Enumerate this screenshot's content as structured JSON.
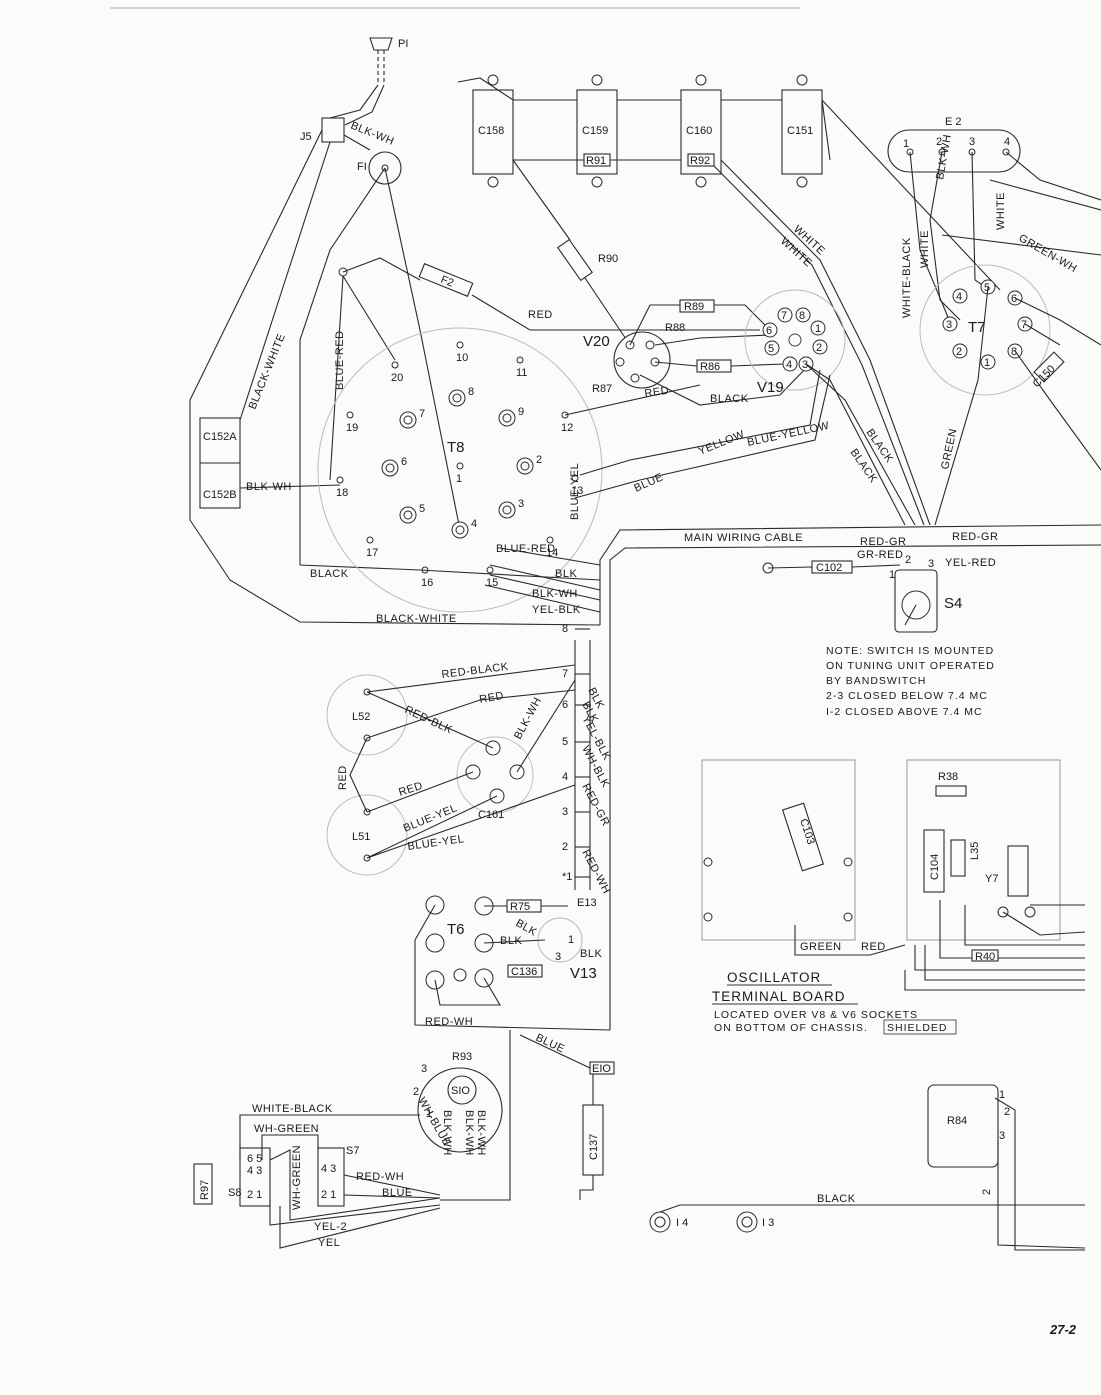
{
  "labels": {
    "p1": "PI",
    "j5": "J5",
    "f1": "FI",
    "f2": "F2",
    "c158": "C158",
    "c159": "C159",
    "c160": "C160",
    "c151": "C151",
    "r91": "R91",
    "r92": "R92",
    "r90": "R90",
    "r89": "R89",
    "r88": "R88",
    "r86": "R86",
    "r87": "R87",
    "v20": "V20",
    "v19": "V19",
    "e2": "E 2",
    "t7": "T7",
    "c150": "C150",
    "t8": "T8",
    "c152a": "C152A",
    "c152b": "C152B",
    "c102": "C102",
    "s4": "S4",
    "l52": "L52",
    "l51": "L51",
    "c161": "C161",
    "e13": "E13",
    "t6": "T6",
    "r75": "R75",
    "c136": "C136",
    "v13": "V13",
    "r93": "R93",
    "s10": "SIO",
    "e10": "EIO",
    "c137": "C137",
    "s7": "S7",
    "s8": "S8",
    "r97": "R97",
    "i14": "I 4",
    "i13": "I 3",
    "r38": "R38",
    "c103": "C103",
    "c104": "C104",
    "l35": "L35",
    "y7": "Y7",
    "r40": "R40",
    "r84": "R84"
  },
  "wires": {
    "blk_wh": "BLK-WH",
    "black_white": "BLACK-WHITE",
    "blue_red": "BLUE-RED",
    "red": "RED",
    "black": "BLACK",
    "blk": "BLK",
    "white": "WHITE",
    "white_black": "WHITE-BLACK",
    "green": "GREEN",
    "green_wh": "GREEN-WH",
    "yellow": "YELLOW",
    "blue_yellow": "BLUE-YELLOW",
    "blue": "BLUE",
    "blue_yel": "BLUE-YEL",
    "yel_blk": "YEL-BLK",
    "red_gr": "RED-GR",
    "gr_red": "GR-RED",
    "yel_red": "YEL-RED",
    "red_black": "RED-BLACK",
    "red_blk": "RED-BLK",
    "wh_blk": "WH-BLK",
    "red_wh": "RED-WH",
    "wh_green": "WH-GREEN",
    "yel_2": "YEL-2",
    "yel": "YEL",
    "wh_blue": "WH-BLUE",
    "blk_wh2": "BLK-WH",
    "main_cable": "MAIN  WIRING  CABLE"
  },
  "note": {
    "line1": "NOTE:  SWITCH  IS  MOUNTED",
    "line2": "ON  TUNING  UNIT  OPERATED",
    "line3": "BY  BANDSWITCH",
    "line4": "2-3  CLOSED  BELOW  7.4  MC",
    "line5": "I-2  CLOSED  ABOVE  7.4  MC"
  },
  "oscillator": {
    "title1": "OSCILLATOR",
    "title2": "TERMINAL  BOARD",
    "sub1": "LOCATED  OVER  V8  &  V6  SOCKETS",
    "sub2": "ON  BOTTOM  OF  CHASSIS.",
    "shielded": "SHIELDED"
  },
  "page_number": "27-2"
}
